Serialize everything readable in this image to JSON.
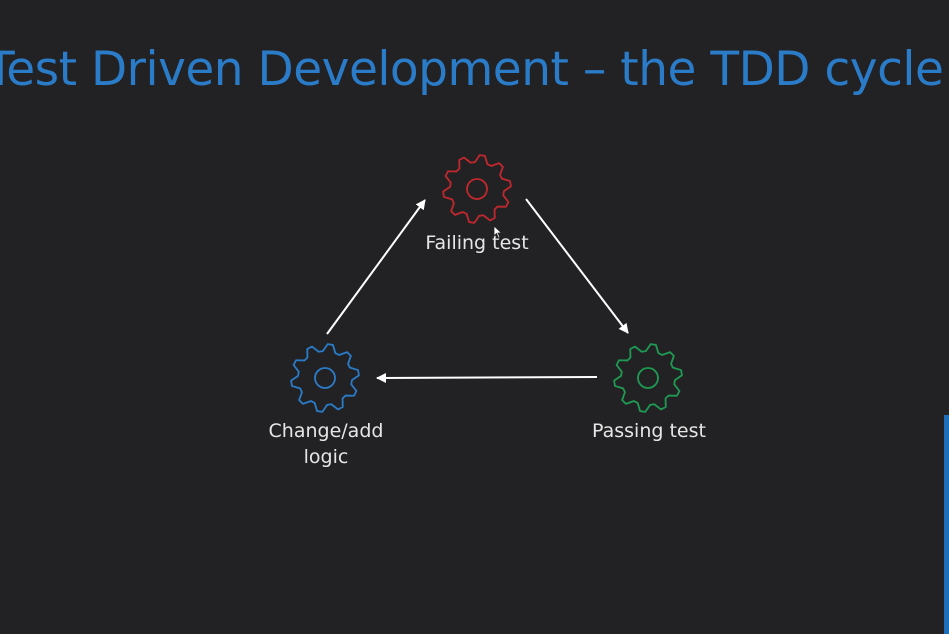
{
  "slide": {
    "title": "Test Driven Development – the TDD cycle",
    "title_color": "#2a7bc8",
    "background": "#222224",
    "accent_bar_color": "#1e6fb8"
  },
  "cycle": {
    "arrow_color": "#ffffff",
    "steps": [
      {
        "key": "failing",
        "label": "Failing test",
        "icon": "gear-icon",
        "color": "#c0282d"
      },
      {
        "key": "passing",
        "label": "Passing test",
        "icon": "gear-icon",
        "color": "#1f9a52"
      },
      {
        "key": "change",
        "label_line1": "Change/add",
        "label_line2": "logic",
        "icon": "gear-icon",
        "color": "#2a7bc8"
      }
    ]
  }
}
